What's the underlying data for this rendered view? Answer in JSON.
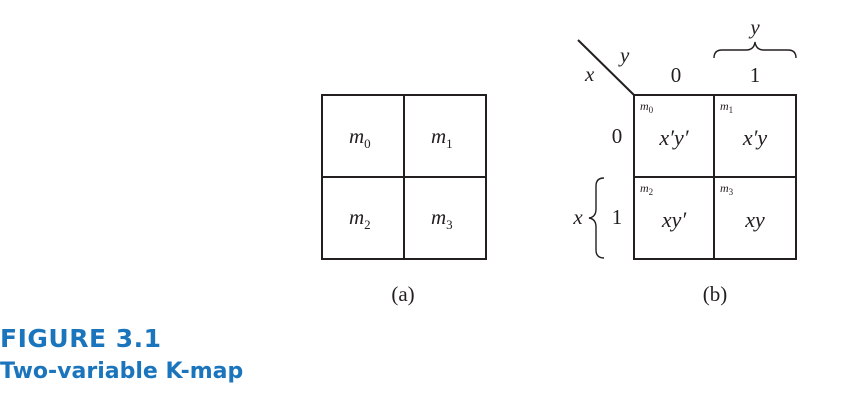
{
  "figure": {
    "label": "FIGURE 3.1",
    "title": "Two-variable K-map"
  },
  "map_a": {
    "caption": "(a)",
    "cells": [
      {
        "m": "m",
        "sub": "0"
      },
      {
        "m": "m",
        "sub": "1"
      },
      {
        "m": "m",
        "sub": "2"
      },
      {
        "m": "m",
        "sub": "3"
      }
    ]
  },
  "map_b": {
    "caption": "(b)",
    "row_var": "x",
    "col_var": "y",
    "col_headers": [
      "0",
      "1"
    ],
    "row_headers": [
      "0",
      "1"
    ],
    "brace_top_label": "y",
    "brace_left_label": "x",
    "cells": [
      {
        "m": "m",
        "sub": "0",
        "expr": "x′y′"
      },
      {
        "m": "m",
        "sub": "1",
        "expr": "x′y"
      },
      {
        "m": "m",
        "sub": "2",
        "expr": "xy′"
      },
      {
        "m": "m",
        "sub": "3",
        "expr": "xy"
      }
    ]
  }
}
